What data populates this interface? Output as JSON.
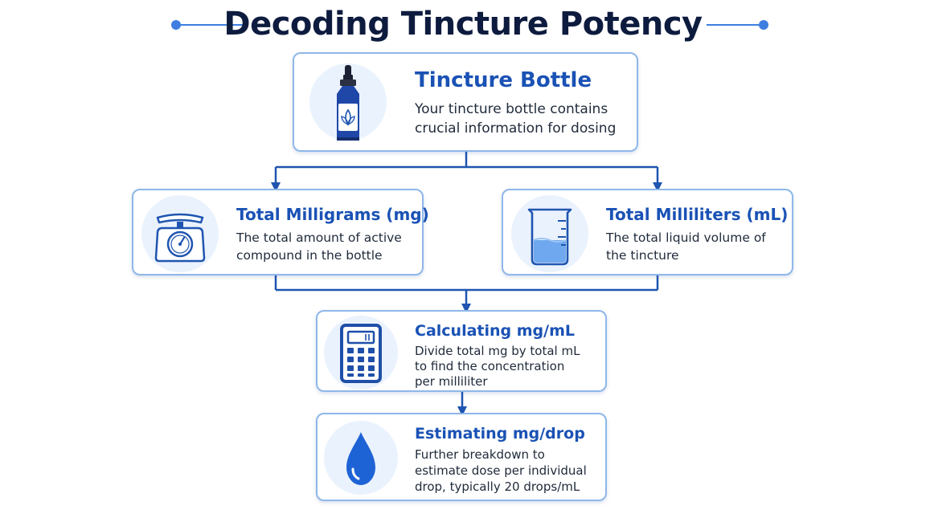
{
  "title": "Decoding Tincture Potency",
  "colors": {
    "accent": "#1a52b5",
    "connector": "#1f55b0",
    "card_border": "#8fb7ea",
    "icon_bg": "#eaf2fd",
    "title": "#0d1b3e"
  },
  "nodes": {
    "bottle": {
      "title": "Tincture Bottle",
      "description": "Your tincture bottle contains crucial information for dosing",
      "icon": "dropper-bottle-icon"
    },
    "milligrams": {
      "title": "Total Milligrams (mg)",
      "description": "The total amount of active compound in the bottle",
      "icon": "scale-icon"
    },
    "milliliters": {
      "title": "Total Milliliters (mL)",
      "description": "The total liquid volume of the tincture",
      "icon": "beaker-icon"
    },
    "calculating": {
      "title": "Calculating mg/mL",
      "description": "Divide total mg by total mL to find the concentration per milliliter",
      "icon": "calculator-icon"
    },
    "estimating": {
      "title": "Estimating mg/drop",
      "description": "Further breakdown to estimate dose per individual drop, typically 20 drops/mL",
      "icon": "water-drop-icon"
    }
  }
}
